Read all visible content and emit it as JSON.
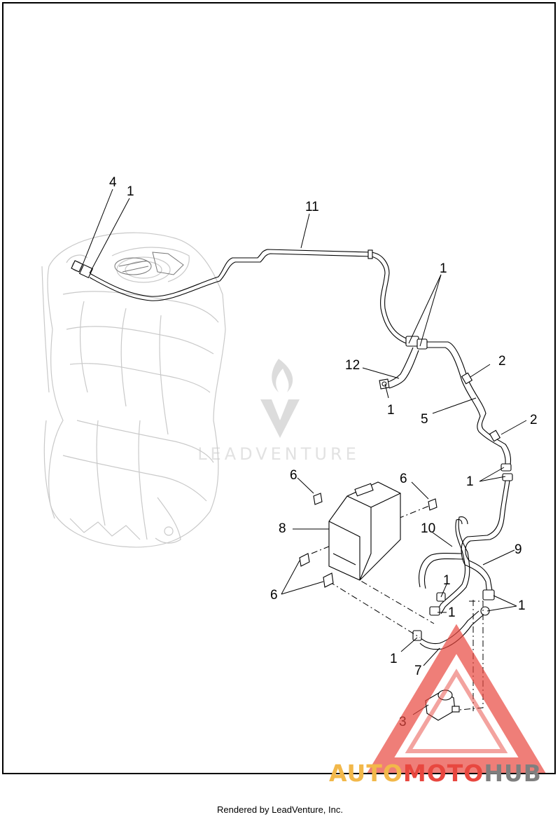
{
  "diagram": {
    "callouts": {
      "c4": "4",
      "c1_top_left": "1",
      "c11": "11",
      "c1_upper": "1",
      "c12": "12",
      "c1_after12": "1",
      "c2_upper": "2",
      "c5": "5",
      "c2_lower": "2",
      "c1_mid": "1",
      "c6_left_top": "6",
      "c6_right_top": "6",
      "c8": "8",
      "c10": "10",
      "c9": "9",
      "c6_bottom": "6",
      "c1_inner": "1",
      "c1_inner_lower": "1",
      "c1_right": "1",
      "c1_bottom": "1",
      "c7": "7",
      "c3": "3"
    },
    "watermark_text": "LEADVENTURE"
  },
  "footer": {
    "rendered_by": "Rendered by LeadVenture, Inc."
  },
  "brand": {
    "part1": "AUTO",
    "part2": "MOTO",
    "part3": "HUB",
    "colors": {
      "orange": "#f2b84a",
      "red": "#e8473f",
      "gray": "#7f7f7f"
    }
  }
}
